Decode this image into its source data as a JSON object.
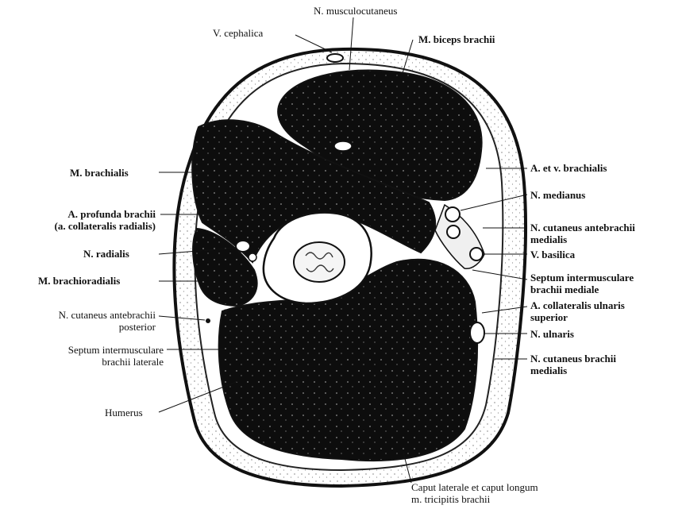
{
  "labels": {
    "musculocutaneus": "N. musculocutaneus",
    "cephalica": "V. cephalica",
    "biceps": "M. biceps brachii",
    "brachialis": "M. brachialis",
    "profunda_line1": "A. profunda brachii",
    "profunda_line2": "(a. collateralis radialis)",
    "radialis": "N. radialis",
    "brachioradialis": "M. brachioradialis",
    "cut_post_line1": "N. cutaneus antebrachii",
    "cut_post_line2": "posterior",
    "septum_lat_line1": "Septum intermusculare",
    "septum_lat_line2": "brachii laterale",
    "humerus": "Humerus",
    "brachialis_vessels": "A. et v. brachialis",
    "medianus": "N. medianus",
    "cut_ant_med_line1": "N. cutaneus antebrachii",
    "cut_ant_med_line2": "medialis",
    "basilica": "V. basilica",
    "septum_med_line1": "Septum intermusculare",
    "septum_med_line2": "brachii mediale",
    "coll_uln_line1": "A. collateralis ulnaris",
    "coll_uln_line2": "superior",
    "ulnaris": "N. ulnaris",
    "cut_brach_med_line1": "N. cutaneus brachii",
    "cut_brach_med_line2": "medialis",
    "triceps_line1": "Caput laterale et caput longum",
    "triceps_line2": "m. tricipitis brachii"
  },
  "colors": {
    "muscle": "#0d0d0d",
    "ink": "#111111",
    "paper": "#ffffff",
    "fascia": "#e9e9e9"
  }
}
